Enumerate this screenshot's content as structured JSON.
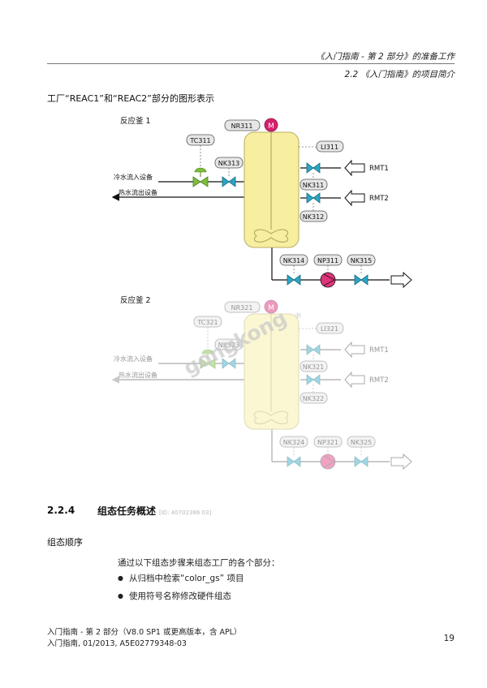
{
  "header": {
    "line1": "《入门指南 - 第 2 部分》的准备工作",
    "line2": "2.2 《入门指南》的项目简介"
  },
  "figure_caption": "工厂“REAC1”和“REAC2”部分的图形表示",
  "reactor1": {
    "title": "反应釜 1",
    "tags": {
      "motor": "NR311",
      "temp": "TC311",
      "level": "LI311",
      "valve_in": "NK313",
      "valve_rmt1": "NK311",
      "valve_rmt2": "NK312",
      "valve_out1": "NK314",
      "pump": "NP311",
      "valve_out2": "NK315"
    },
    "cold_in": "冷水流入设备",
    "hot_out": "热水流出设备",
    "rmt1": "RMT1",
    "rmt2": "RMT2",
    "motor_symbol": "M"
  },
  "reactor2": {
    "title": "反应釜 2",
    "tags": {
      "motor": "NR321",
      "temp": "TC321",
      "level": "LI321",
      "valve_in": "NK323",
      "valve_rmt1": "NK321",
      "valve_rmt2": "NK322",
      "valve_out1": "NK324",
      "pump": "NP321",
      "valve_out2": "NK325"
    },
    "cold_in": "冷水流入设备",
    "hot_out": "热水流出设备",
    "rmt1": "RMT1",
    "rmt2": "RMT2",
    "motor_symbol": "M"
  },
  "watermark": "gongkong",
  "watermark_mark": "®",
  "section": {
    "number": "2.2.4",
    "title": "组态任务概述",
    "id": "[ID: 40702386 03]"
  },
  "subsection": "组态顺序",
  "intro": "通过以下组态步骤来组态工厂的各个部分：",
  "bullets": [
    "从归档中检索“color_gs” 项目",
    "使用符号名称修改硬件组态"
  ],
  "footer": {
    "line1": "入门指南 - 第 2 部分（V8.0 SP1 或更高版本，含 APL）",
    "line2": "入门指南, 01/2013, A5E02779348-03",
    "page": "19"
  },
  "colors": {
    "vessel": "#f7eea0",
    "vessel_stroke": "#b9ad63",
    "valve": "#2aa6c4",
    "motor": "#d4226e",
    "pump": "#e0337a",
    "control_valve": "#7cbf3a",
    "tag_bg": "#e6e6e6"
  }
}
